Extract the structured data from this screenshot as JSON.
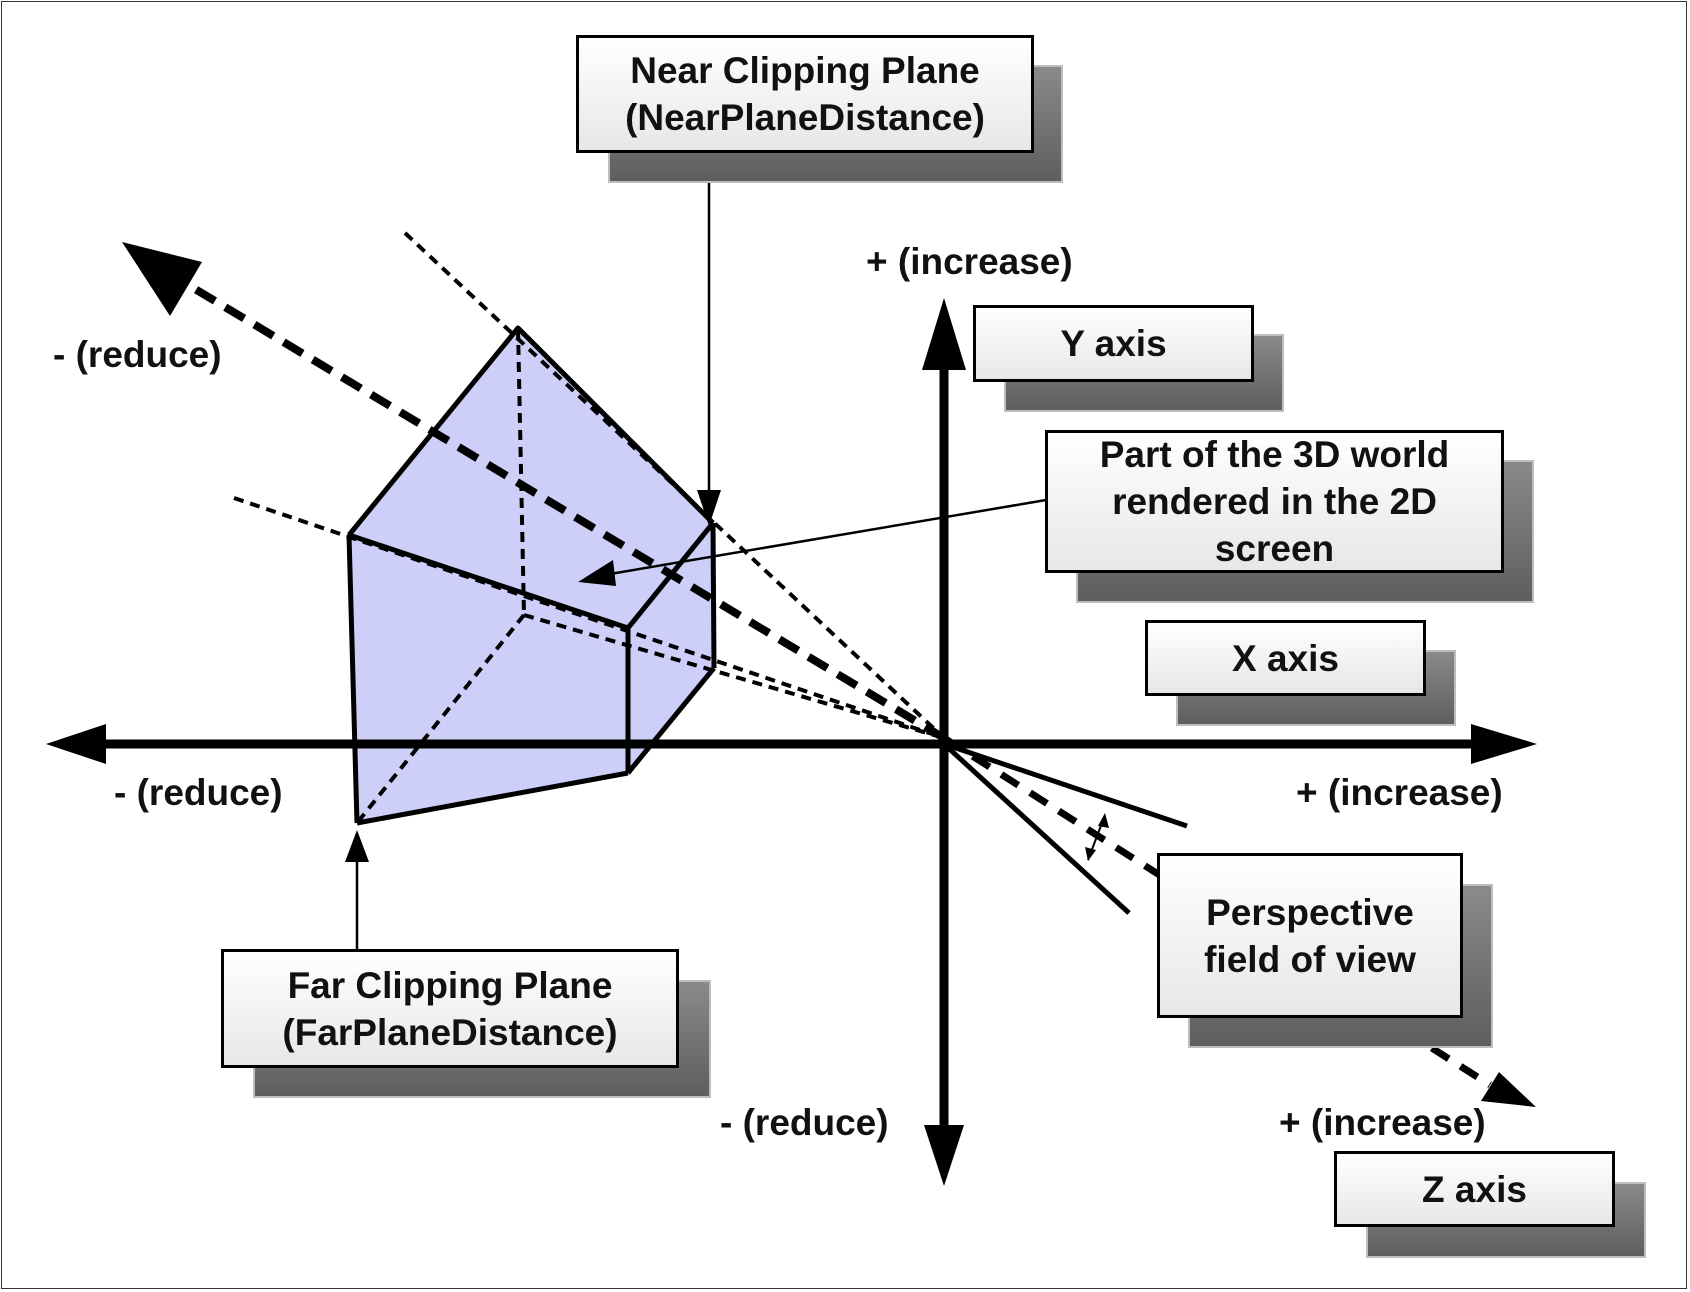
{
  "boxes": {
    "near_line1": "Near Clipping Plane",
    "near_line2": "(NearPlaneDistance)",
    "y_axis": "Y axis",
    "part_line1": "Part of the 3D world",
    "part_line2": "rendered in the 2D",
    "part_line3": "screen",
    "x_axis": "X axis",
    "persp_line1": "Perspective",
    "persp_line2": "field of view",
    "far_line1": "Far Clipping Plane",
    "far_line2": "(FarPlaneDistance)",
    "z_axis": "Z axis"
  },
  "labels": {
    "y_plus": "+ (increase)",
    "y_minus": "- (reduce)",
    "x_plus": "+ (increase)",
    "x_minus": "- (reduce)",
    "z_plus": "+ (increase)",
    "z_minus": "- (reduce)"
  },
  "colors": {
    "frustum_fill": "#cdcff9",
    "line": "#000000"
  }
}
